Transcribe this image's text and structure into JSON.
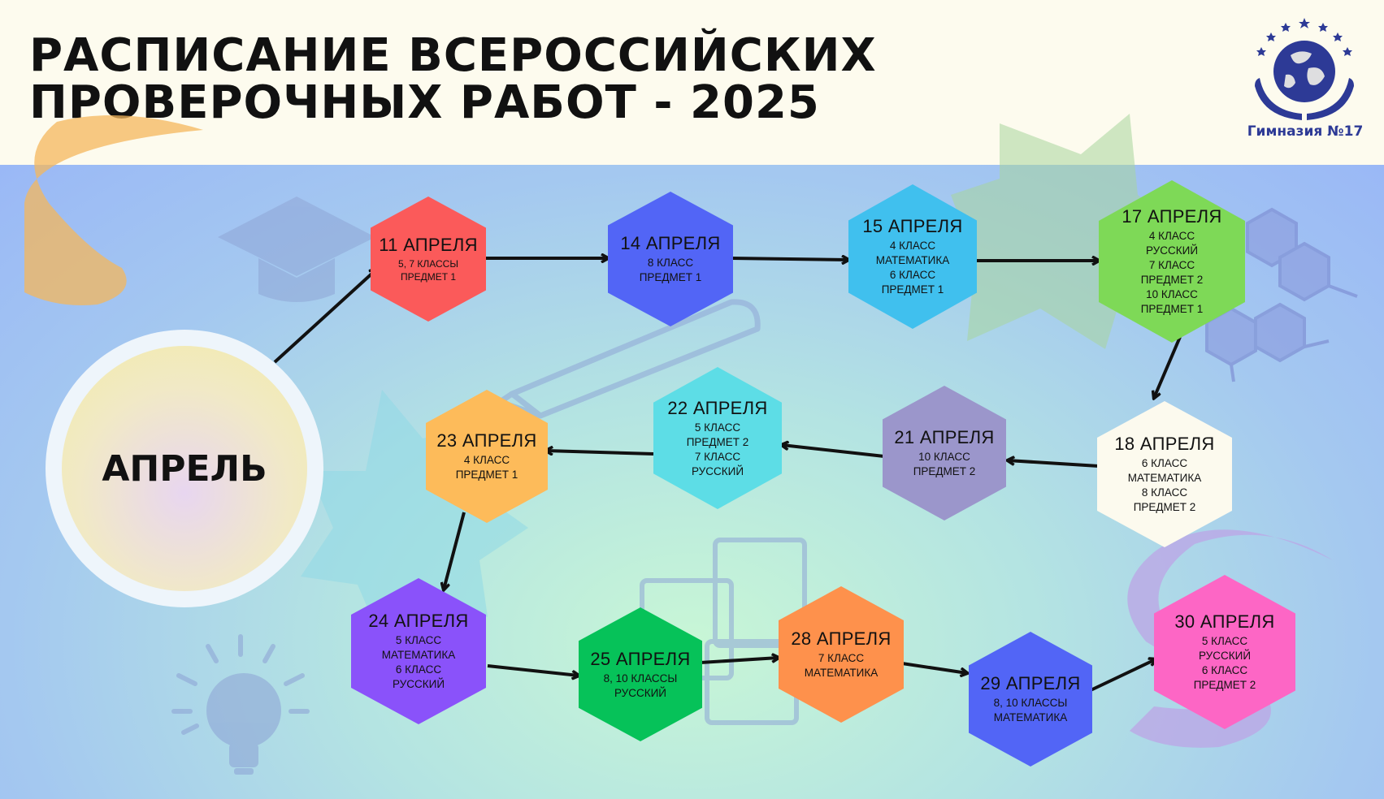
{
  "header": {
    "title_line1": "РАСПИСАНИЕ ВСЕРОССИЙСКИХ",
    "title_line2": "ПРОВЕРОЧНЫХ РАБОТ - 2025",
    "logo_caption": "Гимназия №17"
  },
  "month": "АПРЕЛЬ",
  "colors": {
    "apr11": "#fb5a5a",
    "apr14": "#5265f6",
    "apr15": "#40c0ee",
    "apr17": "#7ed957",
    "apr18": "#fcfaee",
    "apr21": "#9b96cb",
    "apr22": "#5ddde6",
    "apr23": "#fdbb5a",
    "apr24": "#8a52fa",
    "apr25": "#06c259",
    "apr28": "#fe914c",
    "apr29": "#5265f6",
    "apr30": "#fd66c5"
  },
  "events": [
    {
      "date": "11 АПРЕЛЯ",
      "lines": [
        "5, 7 КЛАССЫ",
        "ПРЕДМЕТ 1"
      ]
    },
    {
      "date": "14 АПРЕЛЯ",
      "lines": [
        "8 КЛАСС",
        "ПРЕДМЕТ 1"
      ]
    },
    {
      "date": "15 АПРЕЛЯ",
      "lines": [
        "4 КЛАСС",
        "МАТЕМАТИКА",
        "6 КЛАСС",
        "ПРЕДМЕТ 1"
      ]
    },
    {
      "date": "17 АПРЕЛЯ",
      "lines": [
        "4 КЛАСС",
        "РУССКИЙ",
        "7 КЛАСС",
        "ПРЕДМЕТ 2",
        "10 КЛАСС",
        "ПРЕДМЕТ 1"
      ]
    },
    {
      "date": "18 АПРЕЛЯ",
      "lines": [
        "6 КЛАСС",
        "МАТЕМАТИКА",
        "8 КЛАСС",
        "ПРЕДМЕТ 2"
      ]
    },
    {
      "date": "21 АПРЕЛЯ",
      "lines": [
        "10 КЛАСС",
        "ПРЕДМЕТ 2"
      ]
    },
    {
      "date": "22 АПРЕЛЯ",
      "lines": [
        "5 КЛАСС",
        "ПРЕДМЕТ 2",
        "7 КЛАСС",
        "РУССКИЙ"
      ]
    },
    {
      "date": "23 АПРЕЛЯ",
      "lines": [
        "4 КЛАСС",
        "ПРЕДМЕТ 1"
      ]
    },
    {
      "date": "24 АПРЕЛЯ",
      "lines": [
        "5 КЛАСС",
        "МАТЕМАТИКА",
        "6 КЛАСС",
        "РУССКИЙ"
      ]
    },
    {
      "date": "25 АПРЕЛЯ",
      "lines": [
        "8, 10 КЛАССЫ",
        "РУССКИЙ"
      ]
    },
    {
      "date": "28 АПРЕЛЯ",
      "lines": [
        "7 КЛАСС",
        "МАТЕМАТИКА"
      ]
    },
    {
      "date": "29 АПРЕЛЯ",
      "lines": [
        "8, 10 КЛАССЫ",
        "МАТЕМАТИКА"
      ]
    },
    {
      "date": "30 АПРЕЛЯ",
      "lines": [
        "5 КЛАСС",
        "РУССКИЙ",
        "6 КЛАСС",
        "ПРЕДМЕТ 2"
      ]
    }
  ]
}
